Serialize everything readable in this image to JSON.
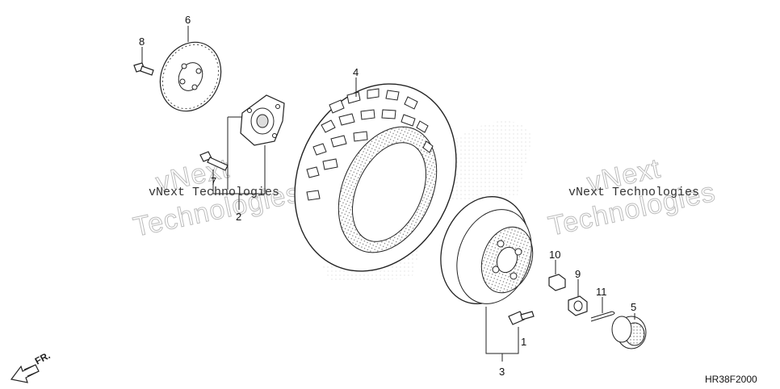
{
  "diagram": {
    "code": "HR38F2000",
    "direction_label": "FR.",
    "watermarks": [
      {
        "line1": "vNext Technologies",
        "line2": "vNext",
        "line3": "Technologies"
      },
      {
        "line1": "vNext Technologies",
        "line2": "vNext",
        "line3": "Technologies"
      }
    ],
    "callouts": [
      "1",
      "2",
      "3",
      "4",
      "5",
      "6",
      "7",
      "8",
      "9",
      "10",
      "11"
    ]
  }
}
